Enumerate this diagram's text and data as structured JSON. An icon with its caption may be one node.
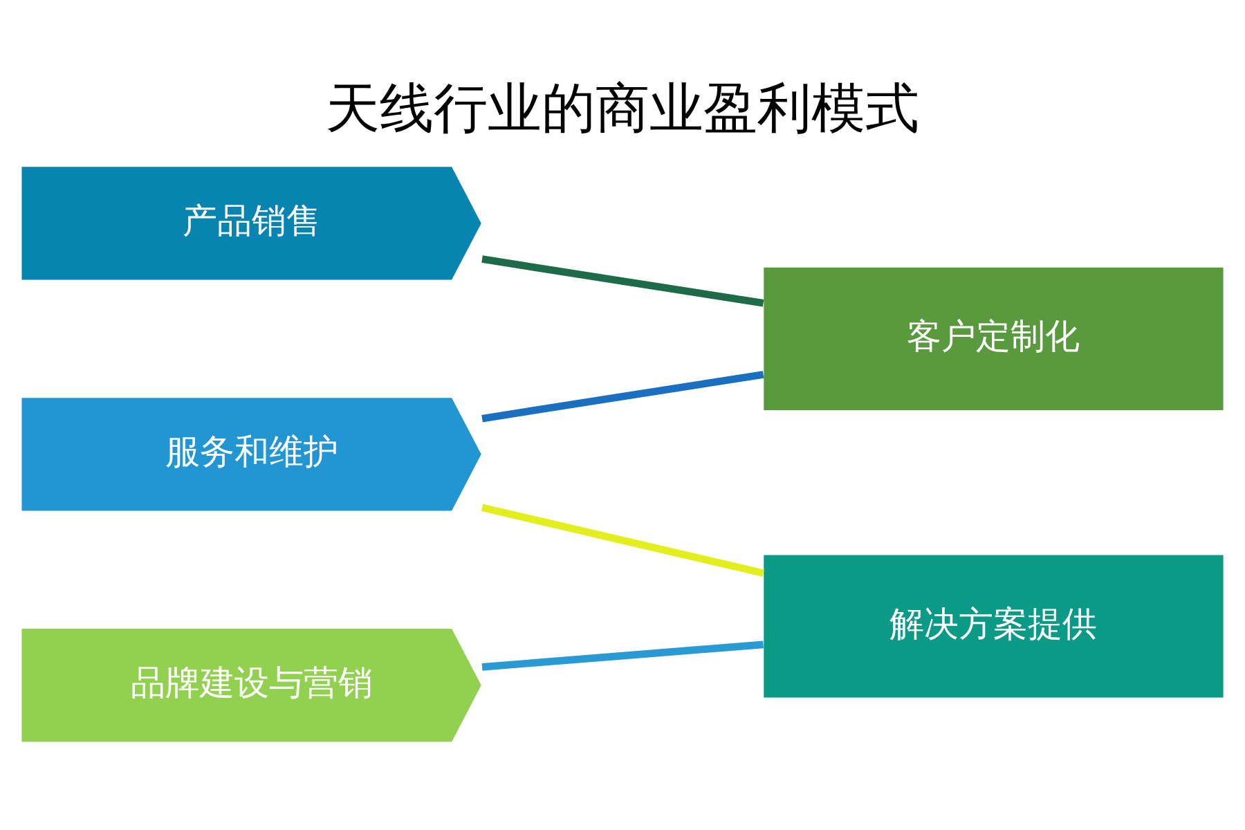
{
  "diagram": {
    "title": "天线行业的商业盈利模式",
    "nodes": [
      {
        "text": [
          "产品销售"
        ]
      },
      {
        "text": [
          "服务和维护"
        ]
      },
      {
        "text": [
          "品牌建设与营销"
        ]
      },
      {
        "text": [
          "客户定制化"
        ]
      },
      {
        "text": [
          "解决方案提供"
        ]
      }
    ],
    "edges": [
      {
        "from": 0,
        "to": 3,
        "arrow": "none",
        "color": "#1e6b4a"
      },
      {
        "from": 1,
        "to": 3,
        "arrow": "none",
        "color": "#1a6fc0"
      },
      {
        "from": 1,
        "to": 4,
        "arrow": "none",
        "color": "#e2ee1e"
      },
      {
        "from": 2,
        "to": 4,
        "arrow": "none",
        "color": "#2a9ad4"
      }
    ]
  }
}
